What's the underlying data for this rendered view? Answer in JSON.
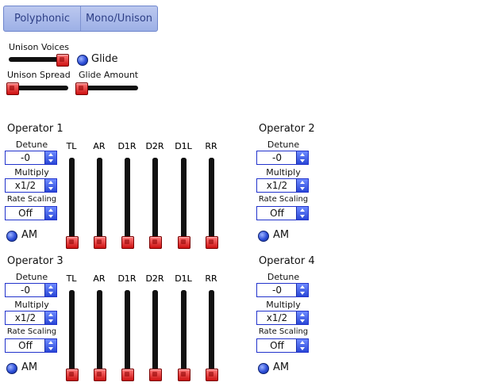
{
  "mode": {
    "buttons": [
      "Polyphonic",
      "Mono/Unison"
    ]
  },
  "voice": {
    "unison_voices_label": "Unison Voices",
    "unison_voices_value": 1.0,
    "glide_label": "Glide",
    "unison_spread_label": "Unison Spread",
    "unison_spread_value": 0.0,
    "glide_amount_label": "Glide Amount",
    "glide_amount_value": 0.0
  },
  "envelope_labels": [
    "TL",
    "AR",
    "D1R",
    "D2R",
    "D1L",
    "RR"
  ],
  "field_labels": {
    "detune": "Detune",
    "multiply": "Multiply",
    "rate_scaling": "Rate Scaling",
    "am": "AM"
  },
  "operators": [
    {
      "title": "Operator 1",
      "detune": "-0",
      "multiply": "x1/2",
      "rate_scaling": "Off",
      "levels": [
        0,
        0,
        0,
        0,
        0,
        0
      ]
    },
    {
      "title": "Operator 2",
      "detune": "-0",
      "multiply": "x1/2",
      "rate_scaling": "Off",
      "levels": [
        0,
        0,
        0,
        0,
        0,
        0
      ]
    },
    {
      "title": "Operator 3",
      "detune": "-0",
      "multiply": "x1/2",
      "rate_scaling": "Off",
      "levels": [
        0,
        0,
        0,
        0,
        0,
        0
      ]
    },
    {
      "title": "Operator 4",
      "detune": "-0",
      "multiply": "x1/2",
      "rate_scaling": "Off",
      "levels": [
        0,
        0,
        0,
        0,
        0,
        0
      ]
    }
  ],
  "colors": {
    "accent_blue": "#2233cc",
    "knob_red": "#cc1010",
    "track": "#111111"
  }
}
